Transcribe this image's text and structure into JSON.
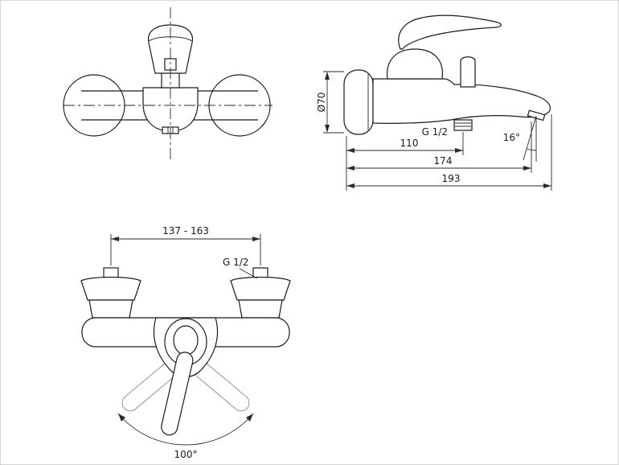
{
  "page": {
    "background": "#ffffff",
    "line_color": "#1a1a1a"
  },
  "side_view": {
    "diameter_label": "Ø70",
    "thread_label": "G 1/2",
    "dim_110": "110",
    "dim_174": "174",
    "dim_193": "193",
    "spout_angle_label": "16°"
  },
  "front_view_bottom": {
    "width_range_label": "137 - 163",
    "thread_label": "G 1/2",
    "swing_angle_label": "100°"
  }
}
